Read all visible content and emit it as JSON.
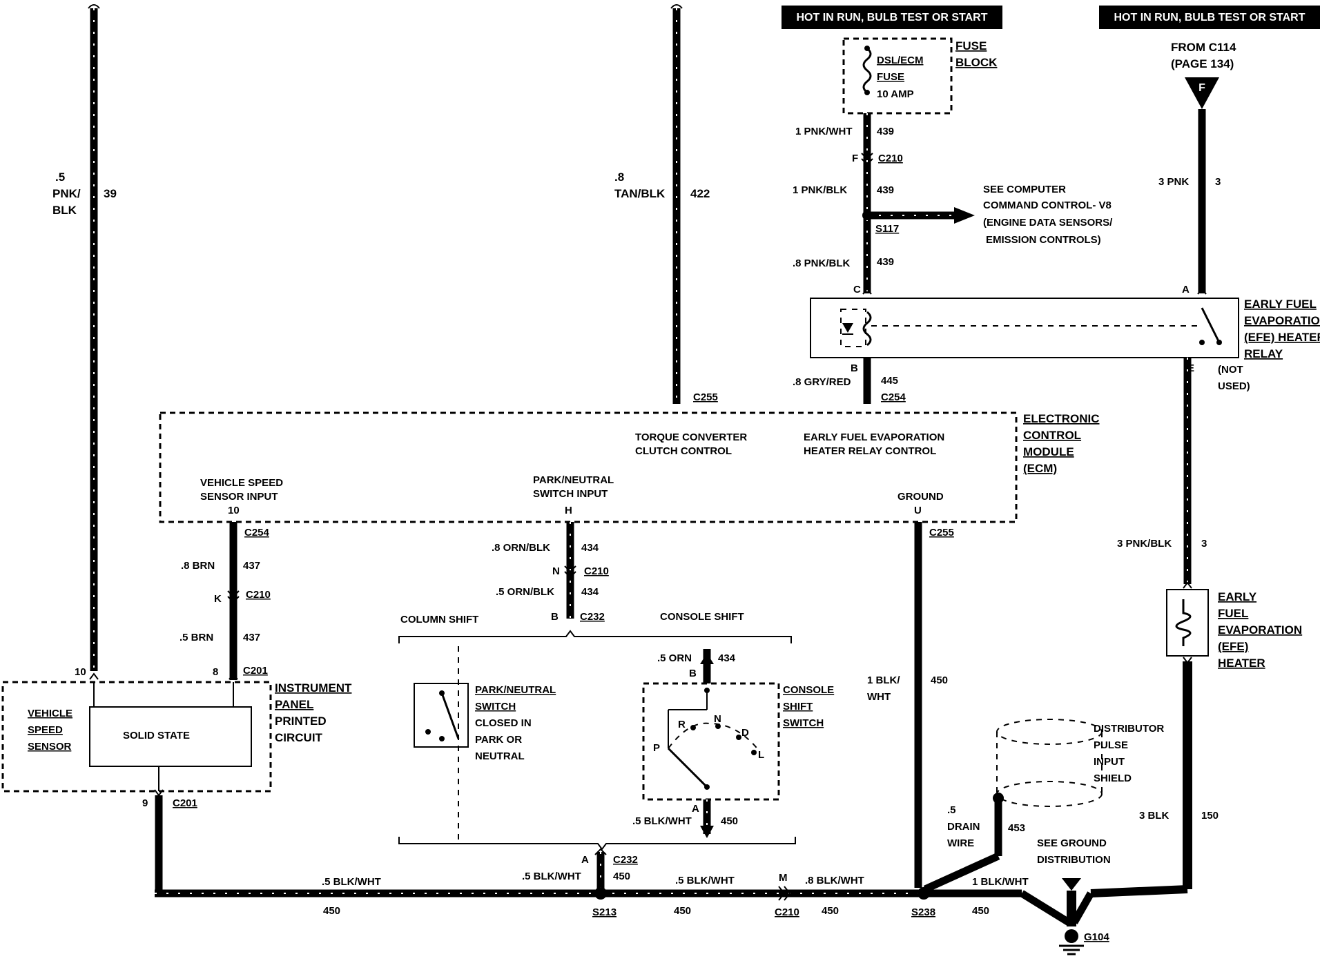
{
  "headers": {
    "left": "HOT IN RUN, BULB TEST OR START",
    "right": "HOT IN RUN, BULB TEST OR START"
  },
  "fuse_block": {
    "fuse_name_1": "DSL/ECM",
    "fuse_name_2": "FUSE",
    "fuse_rating": "10 AMP",
    "label_1": "FUSE",
    "label_2": "BLOCK"
  },
  "from_c114": {
    "line1": "FROM C114",
    "line2": "(PAGE 134)",
    "marker": "F"
  },
  "wires": {
    "w39_size": ".5",
    "w39_color1": "PNK/",
    "w39_color2": "BLK",
    "w39_num": "39",
    "w422_size": ".8",
    "w422_color": "TAN/BLK",
    "w422_num": "422",
    "w439a_color": "1 PNK/WHT",
    "w439a_num": "439",
    "w439b_color": "1 PNK/BLK",
    "w439b_num": "439",
    "w439c_color": ".8 PNK/BLK",
    "w439c_num": "439",
    "w3a_color": "3 PNK",
    "w3a_num": "3",
    "w445_color": ".8 GRY/RED",
    "w445_num": "445",
    "w437a_color": ".8 BRN",
    "w437a_num": "437",
    "w437b_color": ".5 BRN",
    "w437b_num": "437",
    "w434a_color": ".8 ORN/BLK",
    "w434a_num": "434",
    "w434b_color": ".5 ORN/BLK",
    "w434b_num": "434",
    "w434c_color": ".5 ORN",
    "w434c_num": "434",
    "w450_console_color": ".5 BLK/WHT",
    "w450_console_num": "450",
    "w450_vert_color1": "1 BLK/",
    "w450_vert_color2": "WHT",
    "w450_vert_num": "450",
    "w3b_color": "3 PNK/BLK",
    "w3b_num": "3",
    "w150_color": "3 BLK",
    "w150_num": "150",
    "w453_size": ".5",
    "w453_label1": "DRAIN",
    "w453_label2": "WIRE",
    "w453_num": "453",
    "bot_seg1_color": ".5 BLK/WHT",
    "bot_seg1_num": "450",
    "bot_a_color": ".5 BLK/WHT",
    "bot_a_num": "450",
    "bot_seg2_color": ".5 BLK/WHT",
    "bot_seg2_num": "450",
    "bot_seg3_color": ".8 BLK/WHT",
    "bot_seg3_num": "450",
    "bot_seg4_color": "1 BLK/WHT",
    "bot_seg4_num": "450"
  },
  "connectors": {
    "c210_top": "C210",
    "c210_top_pin": "F",
    "s117": "S117",
    "c255_top": "C255",
    "c254_top": "C254",
    "relay_pin_c": "C",
    "relay_pin_a": "A",
    "relay_pin_b": "B",
    "relay_pin_e": "E",
    "c254_left": "C254",
    "c210_left": "C210",
    "c210_left_pin": "K",
    "c201_top": "C201",
    "c201_pin_10": "10",
    "c201_pin_8": "8",
    "c201_bottom": "C201",
    "c201_pin_9": "9",
    "c210_mid": "C210",
    "c210_mid_pin": "N",
    "c232_top": "C232",
    "c232_top_pin": "B",
    "c255_right": "C255",
    "ecm_pin_10": "10",
    "ecm_pin_h": "H",
    "ecm_pin_u": "U",
    "console_pin_b": "B",
    "console_pin_a": "A",
    "c232_bottom": "C232",
    "c232_bottom_pin": "A",
    "s213": "S213",
    "c210_bottom": "C210",
    "c210_bottom_pin": "M",
    "s238": "S238",
    "g104": "G104"
  },
  "see_computer": {
    "line1": "SEE COMPUTER",
    "line2": "COMMAND CONTROL- V8",
    "line3": "(ENGINE DATA SENSORS/",
    "line4": "EMISSION CONTROLS)"
  },
  "relay": {
    "line1": "EARLY FUEL",
    "line2": "EVAPORATION",
    "line3": "(EFE) HEATER",
    "line4": "RELAY",
    "not_used_1": "(NOT",
    "not_used_2": "USED)"
  },
  "ecm": {
    "label1": "ELECTRONIC",
    "label2": "CONTROL",
    "label3": "MODULE",
    "label4": "(ECM)",
    "torque1": "TORQUE CONVERTER",
    "torque2": "CLUTCH CONTROL",
    "efe1": "EARLY FUEL EVAPORATION",
    "efe2": "HEATER RELAY CONTROL",
    "vss1": "VEHICLE SPEED",
    "vss2": "SENSOR INPUT",
    "pn1": "PARK/NEUTRAL",
    "pn2": "SWITCH INPUT",
    "ground": "GROUND"
  },
  "heater": {
    "line1": "EARLY",
    "line2": "FUEL",
    "line3": "EVAPORATION",
    "line4": "(EFE)",
    "line5": "HEATER"
  },
  "instrument": {
    "line1": "INSTRUMENT",
    "line2": "PANEL",
    "line3": "PRINTED",
    "line4": "CIRCUIT",
    "vss1": "VEHICLE",
    "vss2": "SPEED",
    "vss3": "SENSOR",
    "solid_state": "SOLID STATE"
  },
  "shift": {
    "column": "COLUMN SHIFT",
    "console": "CONSOLE SHIFT",
    "pn_switch1": "PARK/NEUTRAL",
    "pn_switch2": "SWITCH",
    "pn_switch3": "CLOSED IN",
    "pn_switch4": "PARK OR",
    "pn_switch5": "NEUTRAL",
    "console_sw1": "CONSOLE",
    "console_sw2": "SHIFT",
    "console_sw3": "SWITCH",
    "gear_p": "P",
    "gear_r": "R",
    "gear_n": "N",
    "gear_d": "D",
    "gear_l": "L"
  },
  "distributor": {
    "line1": "DISTRIBUTOR",
    "line2": "PULSE",
    "line3": "INPUT",
    "line4": "SHIELD"
  },
  "ground_dist": {
    "line1": "SEE GROUND",
    "line2": "DISTRIBUTION"
  }
}
